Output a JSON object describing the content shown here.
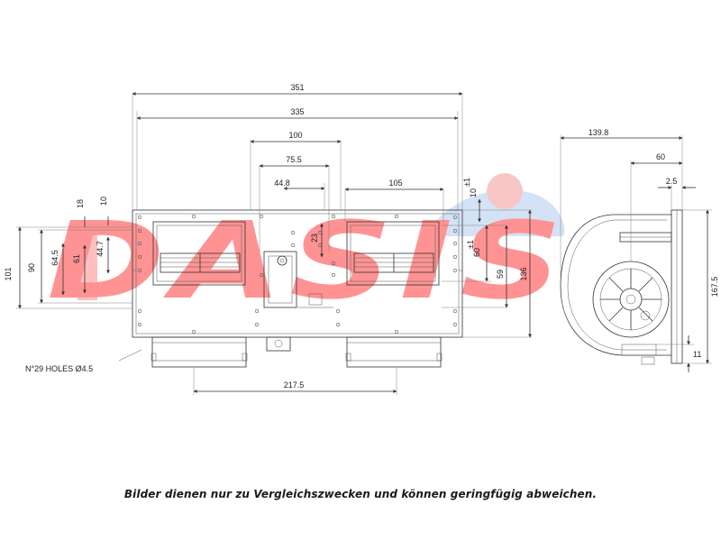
{
  "watermark": {
    "text": "DASIS",
    "fill_color": "#ff0000",
    "sky_color": "#8fb4e6",
    "sun_color": "#f07a7a"
  },
  "front_view": {
    "dims": {
      "w351": "351",
      "w335": "335",
      "w100": "100",
      "w75_5": "75.5",
      "w44_8": "44.8",
      "w105": "105",
      "w217_5": "217.5",
      "h101": "101",
      "h90": "90",
      "h64_5": "64.5",
      "h61": "61",
      "h44_7": "44.7",
      "h18": "18",
      "h10": "10",
      "h23": "23",
      "h10_tol": "10",
      "h10_tol_sup": "±1",
      "h60": "60",
      "h60_tol": "±1",
      "h59": "59",
      "h136": "136"
    },
    "holes_note": "N°29 HOLES Ø4.5"
  },
  "side_view": {
    "dims": {
      "w139_8": "139.8",
      "w60": "60",
      "w2_5": "2.5",
      "h167_5": "167.5",
      "h11": "11"
    }
  },
  "caption": "Bilder dienen nur zu Vergleichszwecken und können geringfügig abweichen."
}
